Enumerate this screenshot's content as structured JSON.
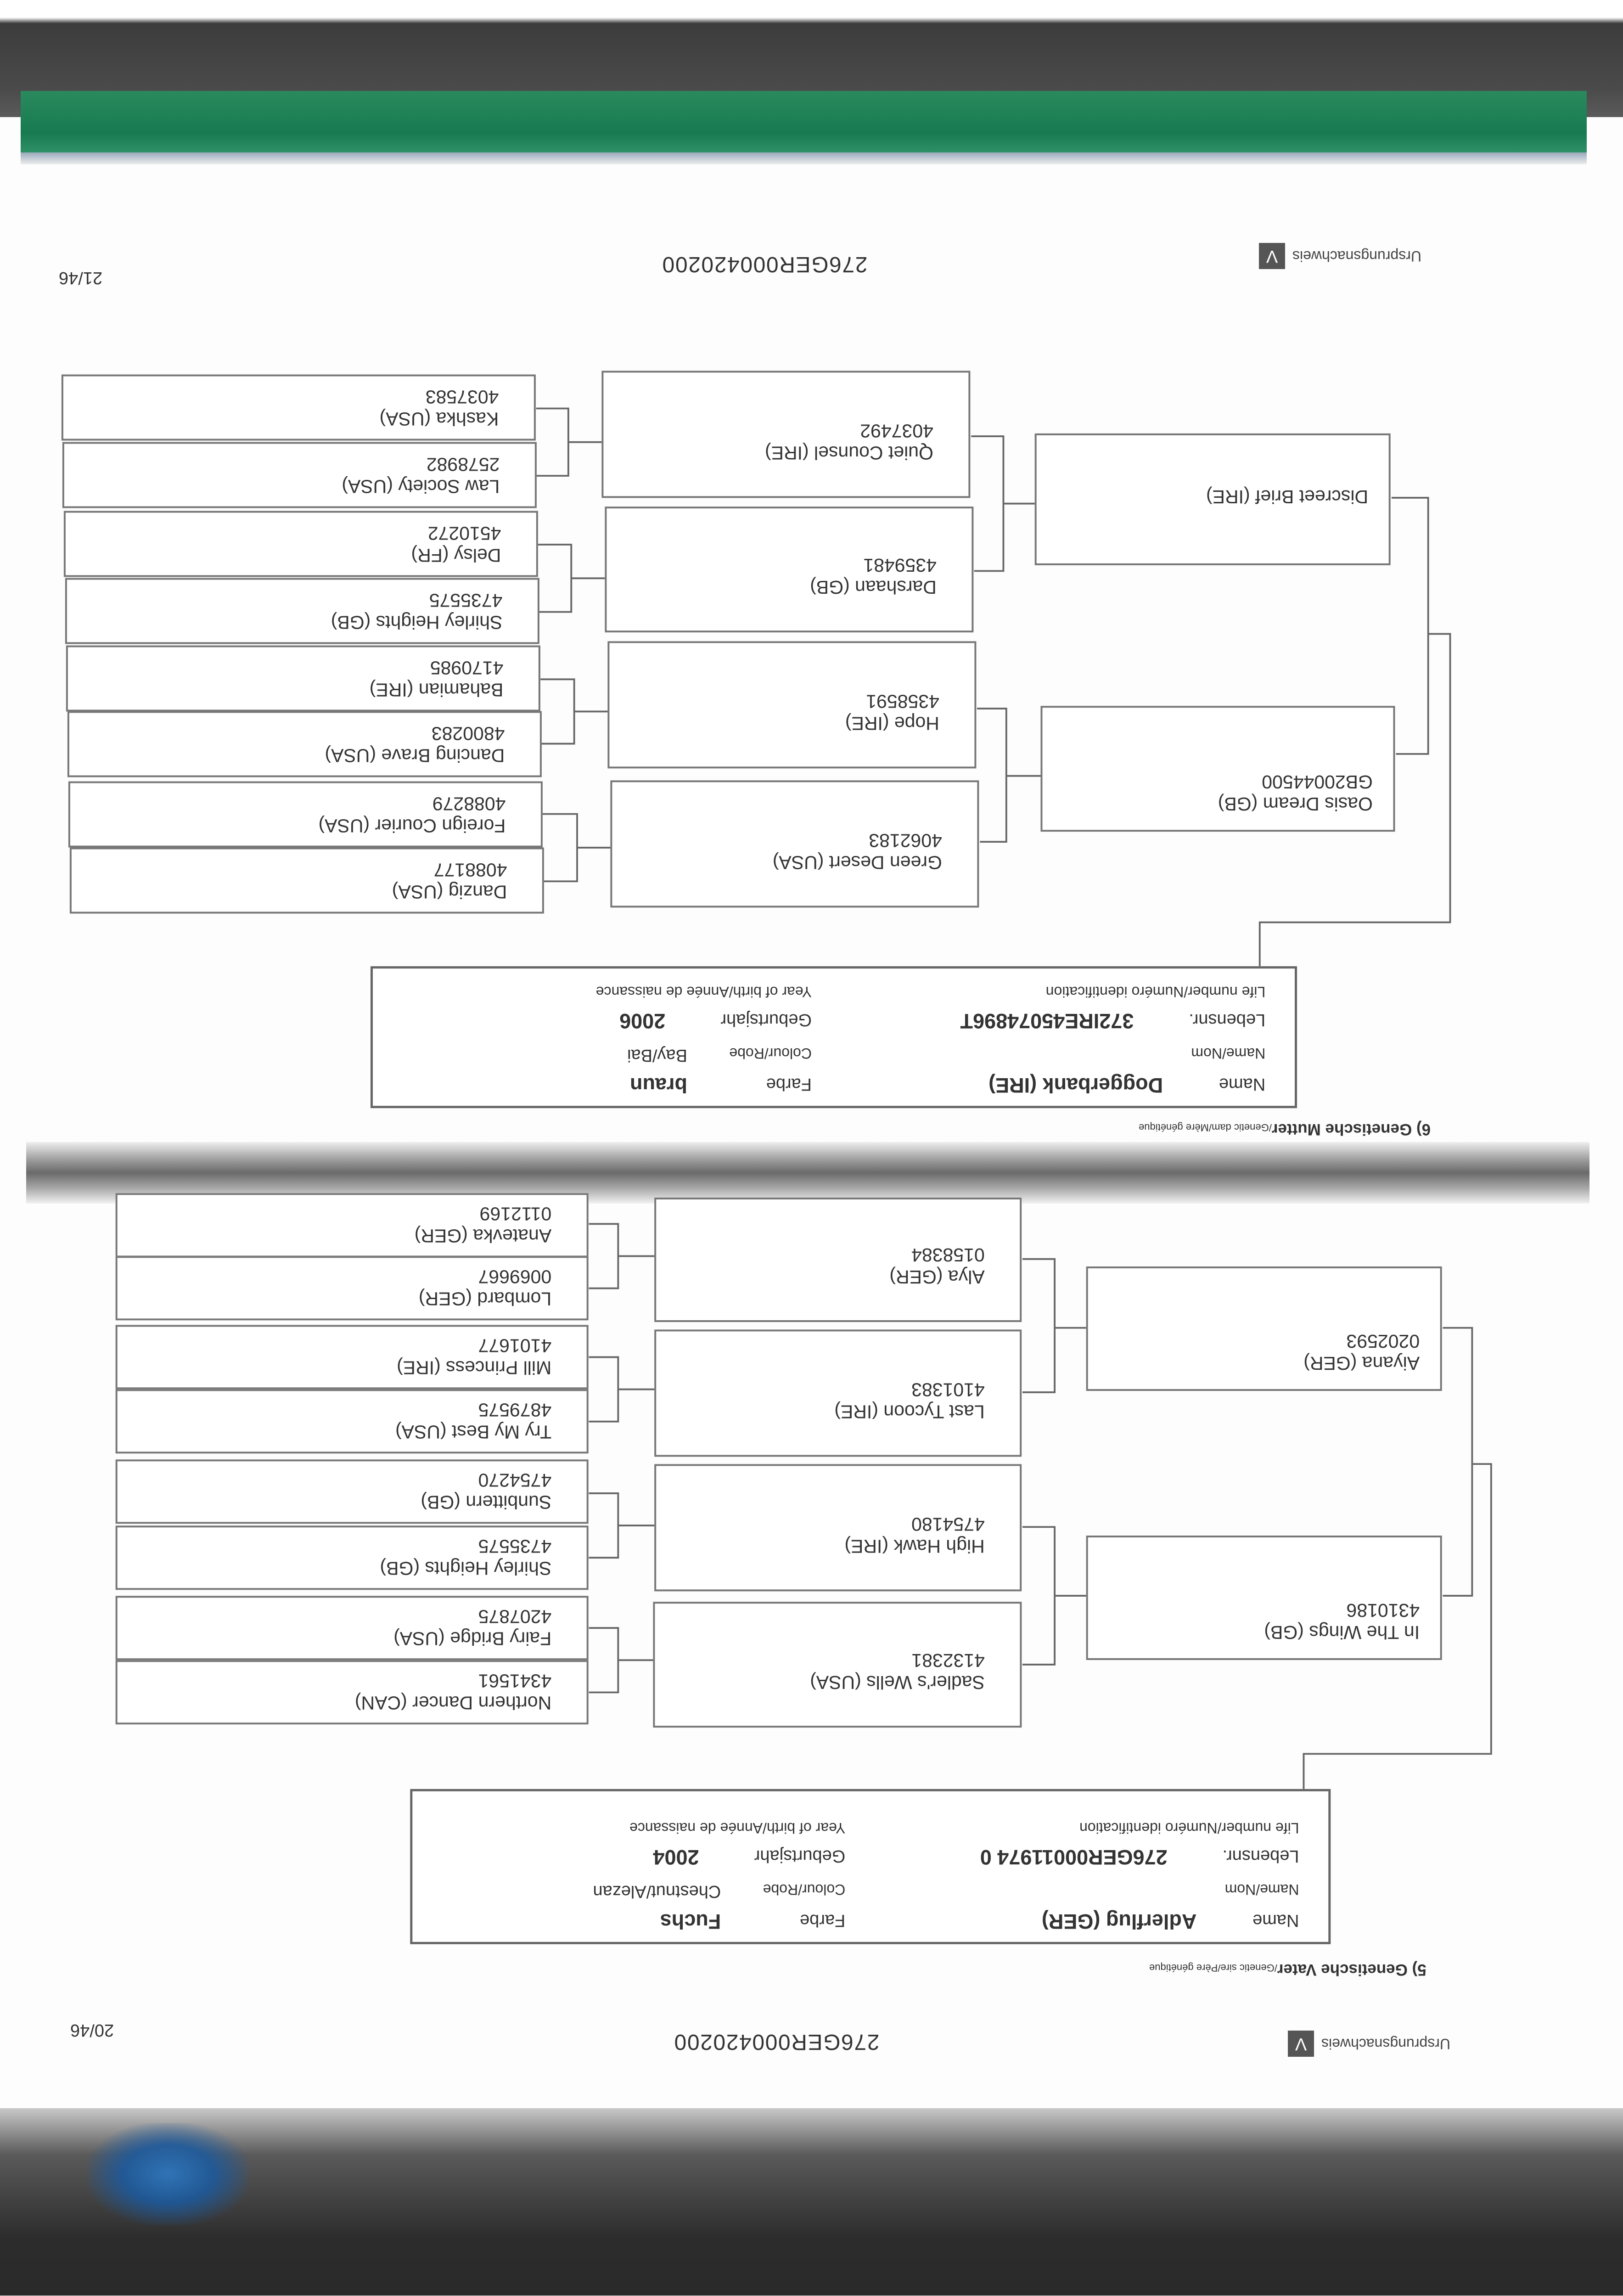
{
  "pages": [
    {
      "page_label": "21/46",
      "doc_number": "276GER000420200",
      "logo_text": "Ursprungsnachweis",
      "logo_mark": "V",
      "section_title": "6) Genetische Mutter",
      "section_subtitle": "/Genetic dam/Mère génétique",
      "horse": {
        "name_label": "Name",
        "name_label_sub": "Name/Nom",
        "name": "Doggerbank (IRE)",
        "colour_label": "Farbe",
        "colour_label_sub": "Colour/Robe",
        "colour": "braun",
        "colour_sub": "Bay/Bai",
        "life_number_label": "Lebensnr.",
        "life_number_label_sub": "Life number/Numéro identification",
        "life_number": "372IRE45074896T",
        "birth_year_label": "Geburtsjahr",
        "birth_year_label_sub": "Year of birth/Année de naissance",
        "birth_year": "2006"
      },
      "gen1": [
        {
          "name": "Discreet Brief (IRE)",
          "id": ""
        },
        {
          "name": "Oasis Dream (GB)",
          "id": "GB20044500"
        }
      ],
      "gen2": [
        {
          "name": "Quiet Counsel (IRE)",
          "id": "4037492"
        },
        {
          "name": "Darshaan (GB)",
          "id": "4359481"
        },
        {
          "name": "Hope (IRE)",
          "id": "4358591"
        },
        {
          "name": "Green Desert (USA)",
          "id": "4062183"
        }
      ],
      "gen3": [
        {
          "name": "Kashka (USA)",
          "id": "4037583"
        },
        {
          "name": "Law Society (USA)",
          "id": "2578982"
        },
        {
          "name": "Delsy (FR)",
          "id": "4510272"
        },
        {
          "name": "Shirley Heights (GB)",
          "id": "4735575"
        },
        {
          "name": "Bahamian (IRE)",
          "id": "4170985"
        },
        {
          "name": "Dancing Brave (USA)",
          "id": "4800283"
        },
        {
          "name": "Foreign Courier (USA)",
          "id": "4088279"
        },
        {
          "name": "Danzig (USA)",
          "id": "4088177"
        }
      ]
    },
    {
      "page_label": "20/46",
      "doc_number": "276GER000420200",
      "logo_text": "Ursprungsnachweis",
      "logo_mark": "V",
      "section_title": "5) Genetische Vater",
      "section_subtitle": "/Genetic sire/Père génétique",
      "horse": {
        "name_label": "Name",
        "name_label_sub": "Name/Nom",
        "name": "Adlerflug (GER)",
        "colour_label": "Farbe",
        "colour_label_sub": "Colour/Robe",
        "colour": "Fuchs",
        "colour_sub": "Chestnut/Alezan",
        "life_number_label": "Lebensnr.",
        "life_number_label_sub": "Life number/Numéro identification",
        "life_number": "276GER00011974 0",
        "birth_year_label": "Geburtsjahr",
        "birth_year_label_sub": "Year of birth/Année de naissance",
        "birth_year": "2004"
      },
      "gen1": [
        {
          "name": "Aiyana (GER)",
          "id": "0202593"
        },
        {
          "name": "In The Wings (GB)",
          "id": "4310186"
        }
      ],
      "gen2": [
        {
          "name": "Alya (GER)",
          "id": "0158384"
        },
        {
          "name": "Last Tycoon (IRE)",
          "id": "4101383"
        },
        {
          "name": "High Hawk (IRE)",
          "id": "4754180"
        },
        {
          "name": "Sadler's Wells (USA)",
          "id": "4132381"
        }
      ],
      "gen3": [
        {
          "name": "Anatevka (GER)",
          "id": "0112169"
        },
        {
          "name": "Lombard (GER)",
          "id": "0069667"
        },
        {
          "name": "Mill Princess (IRE)",
          "id": "4101677"
        },
        {
          "name": "Try My Best (USA)",
          "id": "4879575"
        },
        {
          "name": "Sunbittern (GB)",
          "id": "4754270"
        },
        {
          "name": "Shirley Heights (GB)",
          "id": "4735575"
        },
        {
          "name": "Fairy Bridge (USA)",
          "id": "4207875"
        },
        {
          "name": "Northern Dancer (CAN)",
          "id": "4341561"
        }
      ]
    }
  ]
}
